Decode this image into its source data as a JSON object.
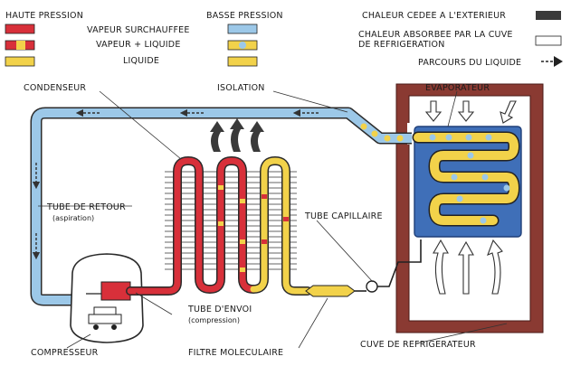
{
  "legend": {
    "high_pressure_title": "HAUTE PRESSION",
    "low_pressure_title": "BASSE PRESSION",
    "superheated_vapor": "VAPEUR SURCHAUFFEE",
    "vapor_liquid": "VAPEUR + LIQUIDE",
    "liquid": "LIQUIDE",
    "heat_released": "CHALEUR CEDEE A L'EXTERIEUR",
    "heat_absorbed_line1": "CHALEUR ABSORBEE PAR LA CUVE",
    "heat_absorbed_line2": "DE REFRIGERATION",
    "liquid_path": "PARCOURS DU LIQUIDE"
  },
  "labels": {
    "condenser": "CONDENSEUR",
    "insulation": "ISOLATION",
    "evaporator": "EVAPORATEUR",
    "return_tube": "TUBE DE RETOUR",
    "return_tube_sub": "(aspiration)",
    "capillary_tube": "TUBE CAPILLAIRE",
    "discharge_tube": "TUBE D'ENVOI",
    "discharge_tube_sub": "(compression)",
    "compressor": "COMPRESSEUR",
    "molecular_filter": "FILTRE MOLECULAIRE",
    "fridge_cabinet": "CUVE DE REFRIGERATEUR"
  },
  "colors": {
    "high_pressure_red": "#d8303a",
    "liquid_yellow": "#f2d24a",
    "low_pressure_blue": "#9cc8e8",
    "evaporator_blue": "#3f6fb8",
    "cabinet_brown": "#8a3a32",
    "heat_dark": "#3a3a3a"
  }
}
